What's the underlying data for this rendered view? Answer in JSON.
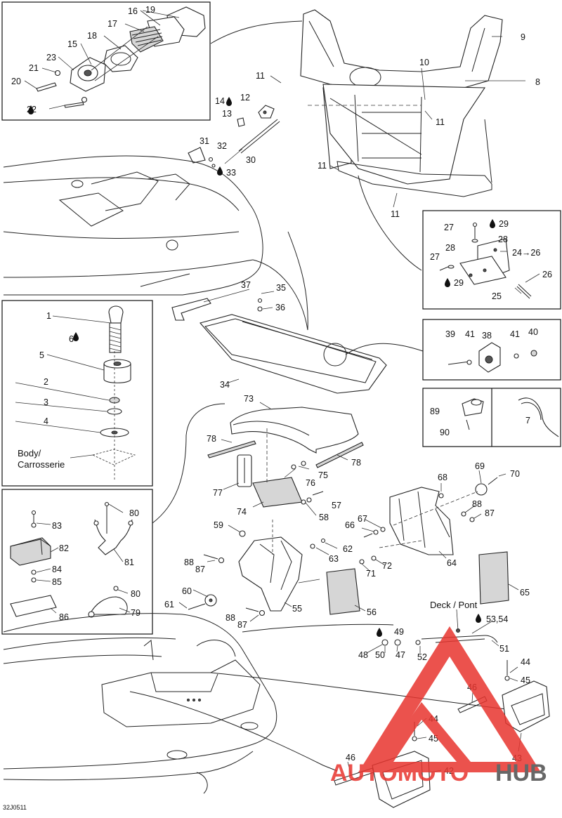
{
  "diagram_id": "32J0511",
  "labels": {
    "body": "Body/\nCarrosserie",
    "body_line1": "Body/",
    "body_line2": "Carrosserie",
    "deck": "Deck / Pont"
  },
  "callouts": [
    "1",
    "2",
    "3",
    "4",
    "5",
    "6",
    "7",
    "8",
    "9",
    "10",
    "11",
    "12",
    "13",
    "14",
    "15",
    "16",
    "17",
    "18",
    "19",
    "20",
    "21",
    "22",
    "23",
    "24→26",
    "25",
    "26",
    "27",
    "28",
    "29",
    "30",
    "31",
    "32",
    "33",
    "34",
    "35",
    "36",
    "37",
    "38",
    "39",
    "40",
    "41",
    "42",
    "43",
    "44",
    "45",
    "46",
    "47",
    "48",
    "49",
    "50",
    "51",
    "52",
    "53,54",
    "55",
    "56",
    "57",
    "58",
    "59",
    "60",
    "61",
    "62",
    "63",
    "64",
    "65",
    "66",
    "67",
    "68",
    "69",
    "70",
    "71",
    "72",
    "73",
    "74",
    "75",
    "76",
    "77",
    "78",
    "79",
    "80",
    "81",
    "82",
    "83",
    "84",
    "85",
    "86",
    "87",
    "88",
    "89",
    "90"
  ],
  "glue_marked": [
    "6",
    "14",
    "22",
    "29",
    "33",
    "49",
    "53,54"
  ],
  "watermark": {
    "brand_part1": "AUTOMOTO",
    "brand_part2": "HUB",
    "color_red": "#e8352f",
    "color_grey": "#4d4d4d"
  }
}
